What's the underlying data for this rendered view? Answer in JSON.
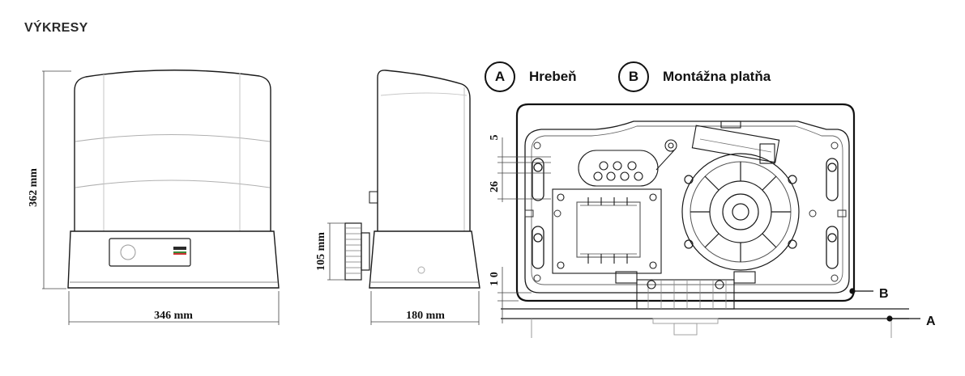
{
  "page": {
    "title": "VÝKRESY"
  },
  "legend": [
    {
      "letter": "A",
      "label": "Hrebeň"
    },
    {
      "letter": "B",
      "label": "Montážna platňa"
    }
  ],
  "front_view": {
    "height_label": "362 mm",
    "width_label": "346 mm"
  },
  "side_view": {
    "height_label": "105 mm",
    "width_label": "180 mm"
  },
  "detail_view": {
    "dims": {
      "top_gap": "5",
      "slot_spacing": "26",
      "bottom_gap": "1 0"
    },
    "markers": {
      "plate": "B",
      "rack": "A"
    }
  },
  "colors": {
    "line": "#1a1a1a",
    "light_line": "#999999",
    "dim_line": "#444444"
  }
}
